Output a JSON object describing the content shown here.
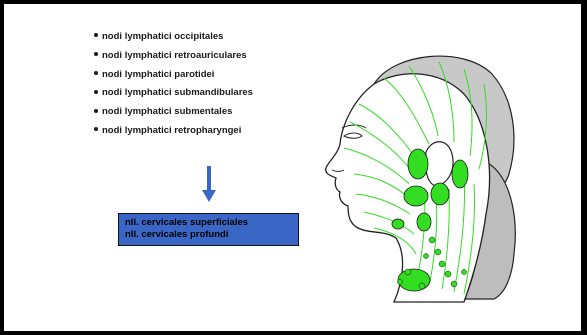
{
  "node_list": [
    "nodi lymphatici occipitales",
    "nodi lymphatici retroauriculares",
    "nodi lymphatici parotidei",
    "nodi lymphatici submandibulares",
    "nodi lymphatici submentales",
    "nodi lymphatici retropharyngei"
  ],
  "result_box": {
    "line1": "nll. cervicales superficiales",
    "line2": "nll. cervicales profundi"
  },
  "colors": {
    "lymph_green": "#33dd22",
    "box_blue": "#3a67c6",
    "arrow_blue": "#3a67c6",
    "shading_gray": "#bdbdbd"
  }
}
